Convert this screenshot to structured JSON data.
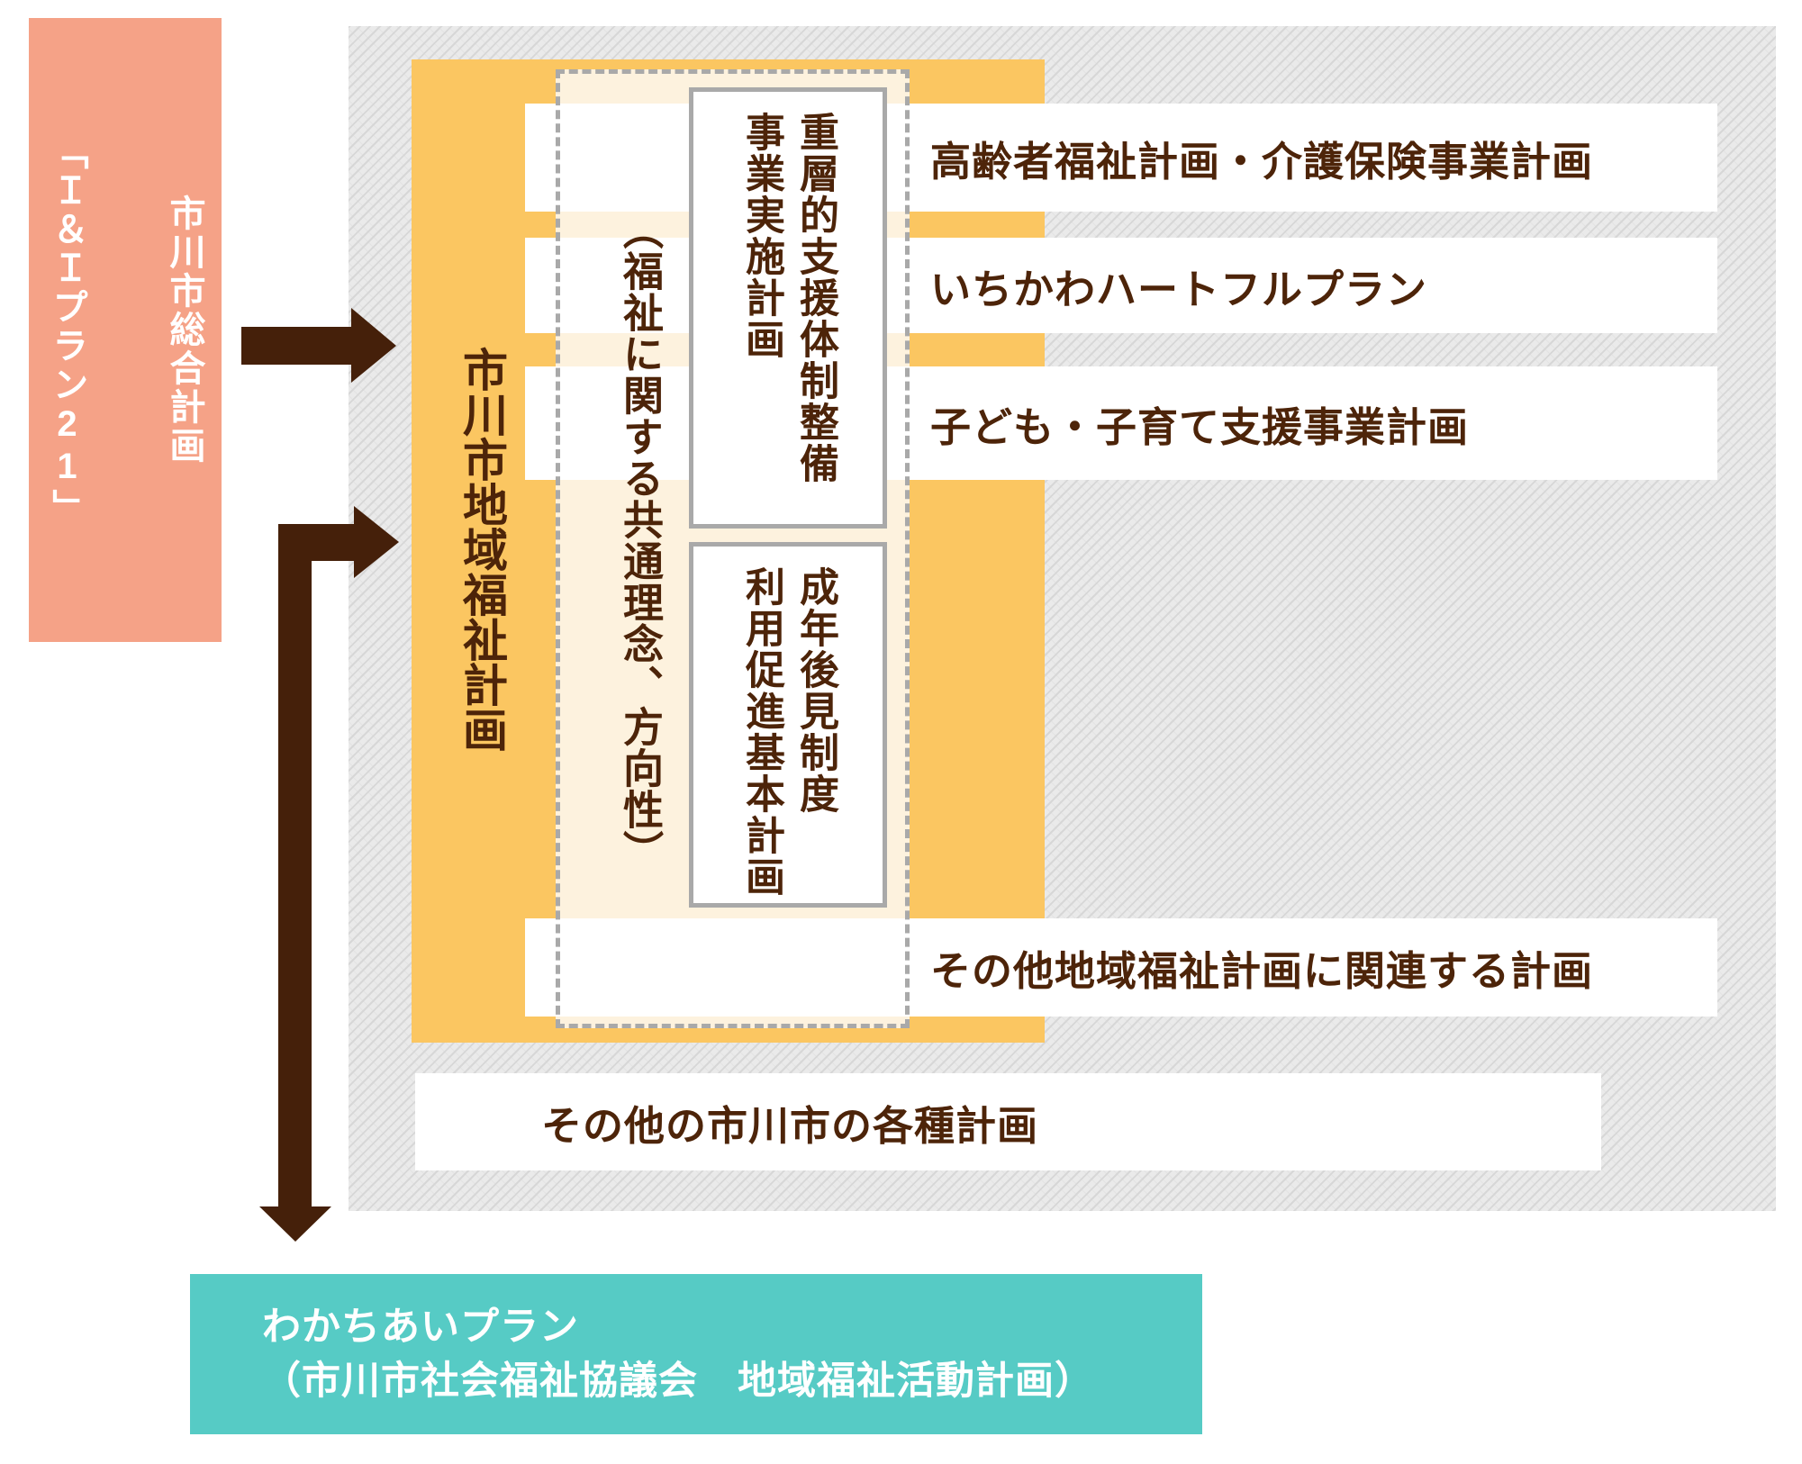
{
  "outer_plan": {
    "label_col1": "市川市総合計画",
    "label_col2": "「Ｉ＆Ｉプラン21」"
  },
  "regional_plan": {
    "label": "市川市地域福祉計画"
  },
  "common_principles": {
    "label": "（福祉に関する共通理念、方向性）"
  },
  "inner_boxes": {
    "support_system_plan": "重層的支援体制整備\n事業実施計画",
    "guardianship_plan": "成年後見制度\n利用促進基本計画"
  },
  "plan_bars": {
    "bar1": "高齢者福祉計画・介護保険事業計画",
    "bar2": "いちかわハートフルプラン",
    "bar3": "子ども・子育て支援事業計画",
    "bar4": "その他地域福祉計画に関連する計画"
  },
  "other_city_plans": {
    "label": "その他の市川市の各種計画"
  },
  "wakachiai_plan": {
    "line1": "わかちあいプラン",
    "line2": "（市川市社会福祉協議会　地域福祉活動計画）"
  },
  "colors": {
    "pink": "#F5A287",
    "orange": "#FBC661",
    "cream": "#FDF2DE",
    "teal": "#56CBC5",
    "text_brown": "#4D2409",
    "arrow_brown": "#45200A",
    "border_gray": "#A9A9A9",
    "hatch_gray": "#EAEAEA"
  }
}
